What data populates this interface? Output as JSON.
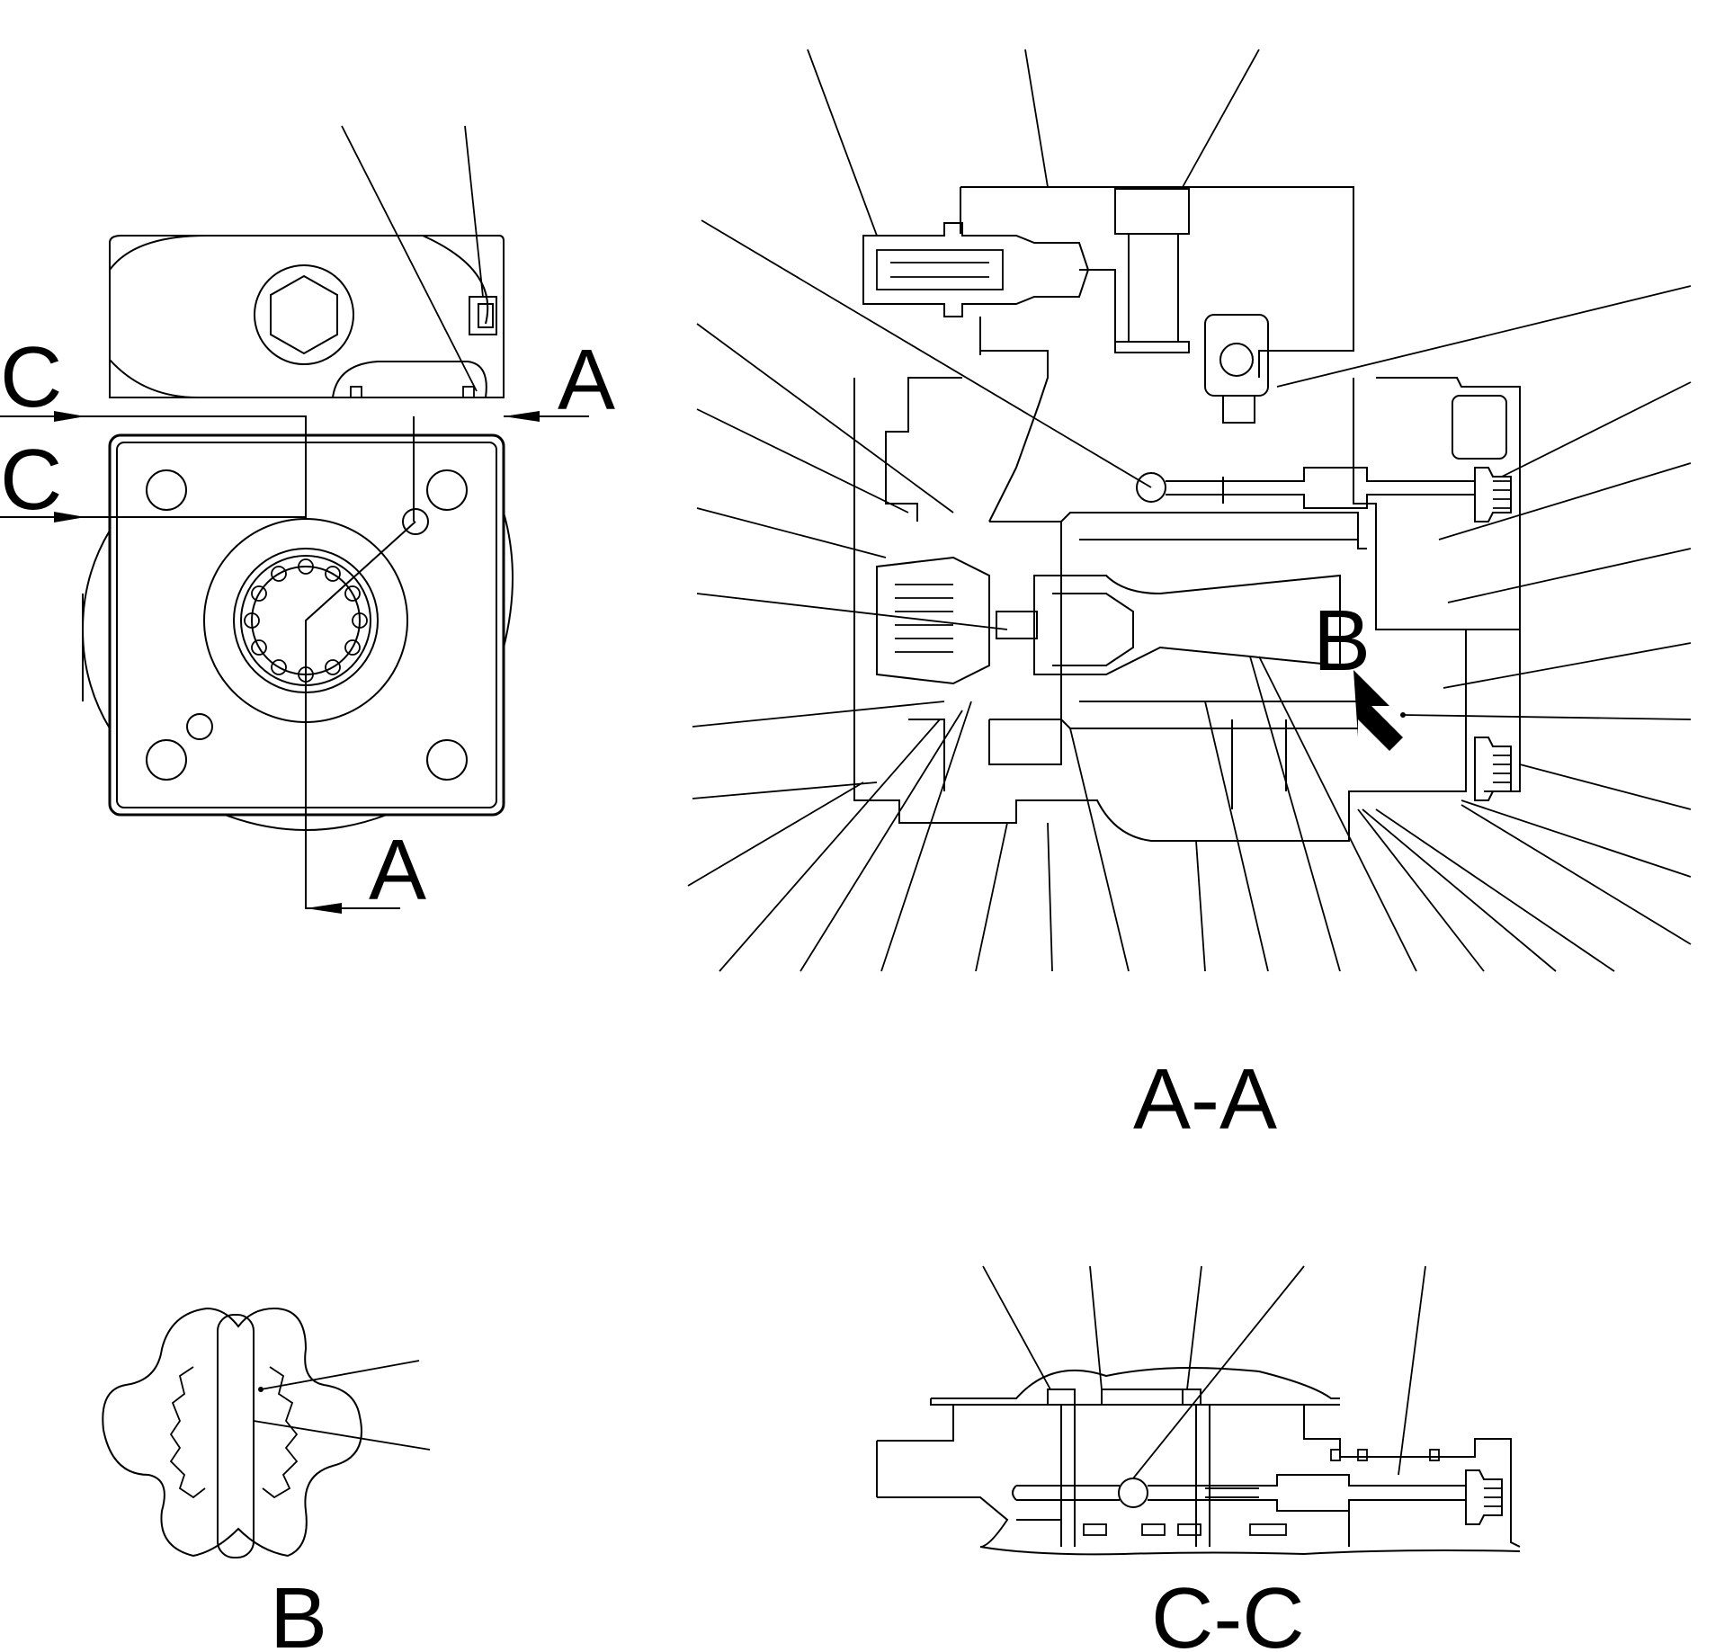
{
  "labels": {
    "view_front_section_arrow_c1": "C",
    "view_front_section_arrow_c2": "C",
    "view_front_section_arrow_a_top": "A",
    "view_front_section_arrow_a_bottom": "A",
    "section_aa_title": "A-A",
    "detail_b_marker": "B",
    "detail_b_title": "B",
    "section_cc_title": "C-C"
  }
}
